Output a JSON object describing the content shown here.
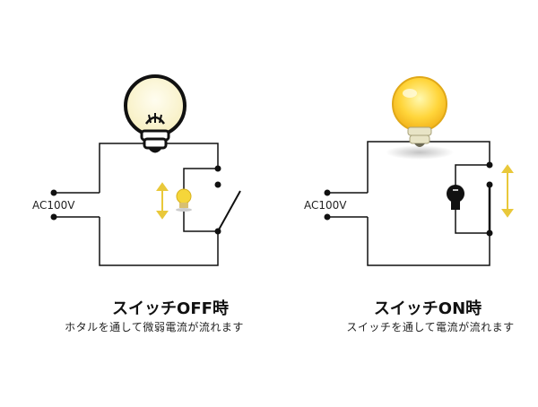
{
  "panels": [
    {
      "state": "off",
      "source_label": "AC100V",
      "title": "スイッチOFF時",
      "caption": "ホタルを通して微弱電流が流れます",
      "indicator": "ホタル",
      "colors": {
        "bulb": "#fbf3c8",
        "indicator": "#f5d63a",
        "arrow": "#e9c83a"
      }
    },
    {
      "state": "on",
      "source_label": "AC100V",
      "title": "スイッチON時",
      "caption": "スイッチを通して電流が流れます",
      "indicator": "ホタル",
      "colors": {
        "bulb": "#ffd23f",
        "indicator": "#111111",
        "arrow": "#e9c83a"
      }
    }
  ]
}
